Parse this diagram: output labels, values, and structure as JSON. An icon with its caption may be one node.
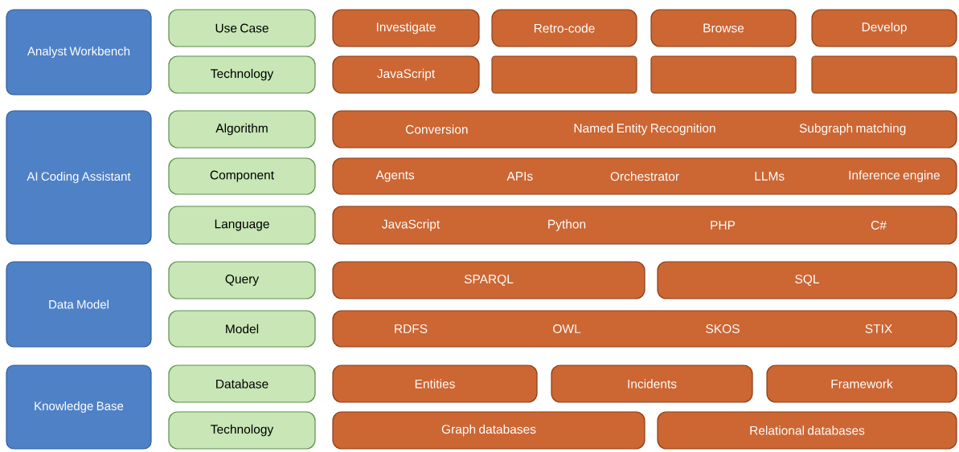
{
  "diagram": {
    "nodes": [
      {
        "text": [
          "Analyst Workbench"
        ]
      },
      {
        "text": [
          "Use Case"
        ]
      },
      {
        "text": [
          "Investigate"
        ]
      },
      {
        "text": [
          "Retro-code"
        ]
      },
      {
        "text": [
          "Browse"
        ]
      },
      {
        "text": [
          "Develop"
        ]
      },
      {
        "text": [
          "Technology"
        ]
      },
      {
        "text": [
          "JavaScript"
        ]
      },
      {
        "text": [],
        "shape": "box"
      },
      {
        "text": [],
        "shape": "box"
      },
      {
        "text": [],
        "shape": "box"
      },
      {
        "text": [
          "AI Coding Assistant"
        ]
      },
      {
        "text": [
          "Algorithm"
        ]
      },
      {
        "text": [
          "Conversion",
          "Named Entity Recognition",
          "Subgraph matching"
        ]
      },
      {
        "text": [
          "Component"
        ]
      },
      {
        "text": [
          "Agents",
          "APIs",
          "Orchestrator",
          "LLMs",
          "Inference engine"
        ]
      },
      {
        "text": [
          "Language"
        ]
      },
      {
        "text": [
          "JavaScript",
          "Python",
          "PHP",
          "C#"
        ]
      },
      {
        "text": [
          "Data Model"
        ]
      },
      {
        "text": [
          "Query"
        ]
      },
      {
        "text": [
          "SPARQL"
        ]
      },
      {
        "text": [
          "SQL"
        ]
      },
      {
        "text": [
          "Model"
        ]
      },
      {
        "text": [
          "RDFS",
          "OWL",
          "SKOS",
          "STIX"
        ]
      },
      {
        "text": [
          "Knowledge Base"
        ]
      },
      {
        "text": [
          "Database"
        ]
      },
      {
        "text": [
          "Entities"
        ]
      },
      {
        "text": [
          "Incidents"
        ]
      },
      {
        "text": [
          "Framework"
        ]
      },
      {
        "text": [
          "Technology"
        ]
      },
      {
        "text": [
          "Graph databases"
        ]
      },
      {
        "text": [
          "Relational databases"
        ]
      }
    ]
  }
}
